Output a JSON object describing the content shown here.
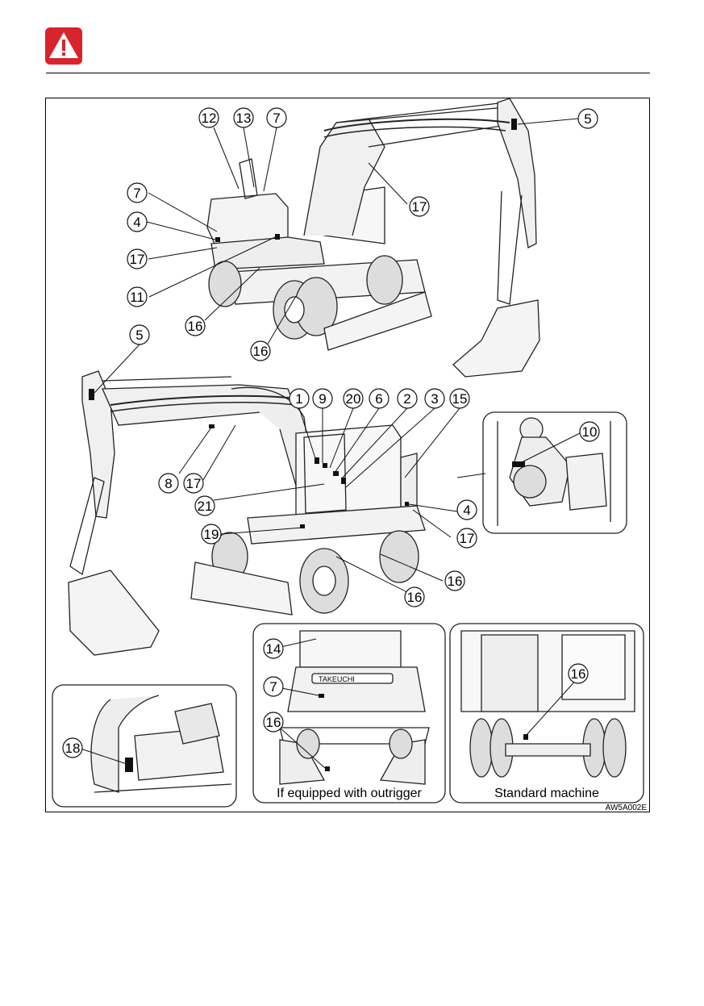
{
  "header": {
    "warning_icon": "warning-triangle-icon",
    "warning_color": "#d9232d"
  },
  "callouts": {
    "top_left": [
      "12",
      "13",
      "7",
      "7",
      "4",
      "17",
      "11",
      "16",
      "16"
    ],
    "top_right": [
      "5",
      "17"
    ],
    "middle": [
      "5",
      "1",
      "9",
      "20",
      "6",
      "2",
      "3",
      "15",
      "8",
      "17",
      "21",
      "19",
      "16",
      "16",
      "10",
      "4",
      "17"
    ],
    "rear_view": [
      "14",
      "7",
      "16"
    ],
    "standard_view": [
      "16"
    ],
    "cab_detail": [
      "18"
    ]
  },
  "captions": {
    "outrigger": "If equipped with outrigger",
    "standard": "Standard machine"
  },
  "figure_code": "AW5A002E"
}
